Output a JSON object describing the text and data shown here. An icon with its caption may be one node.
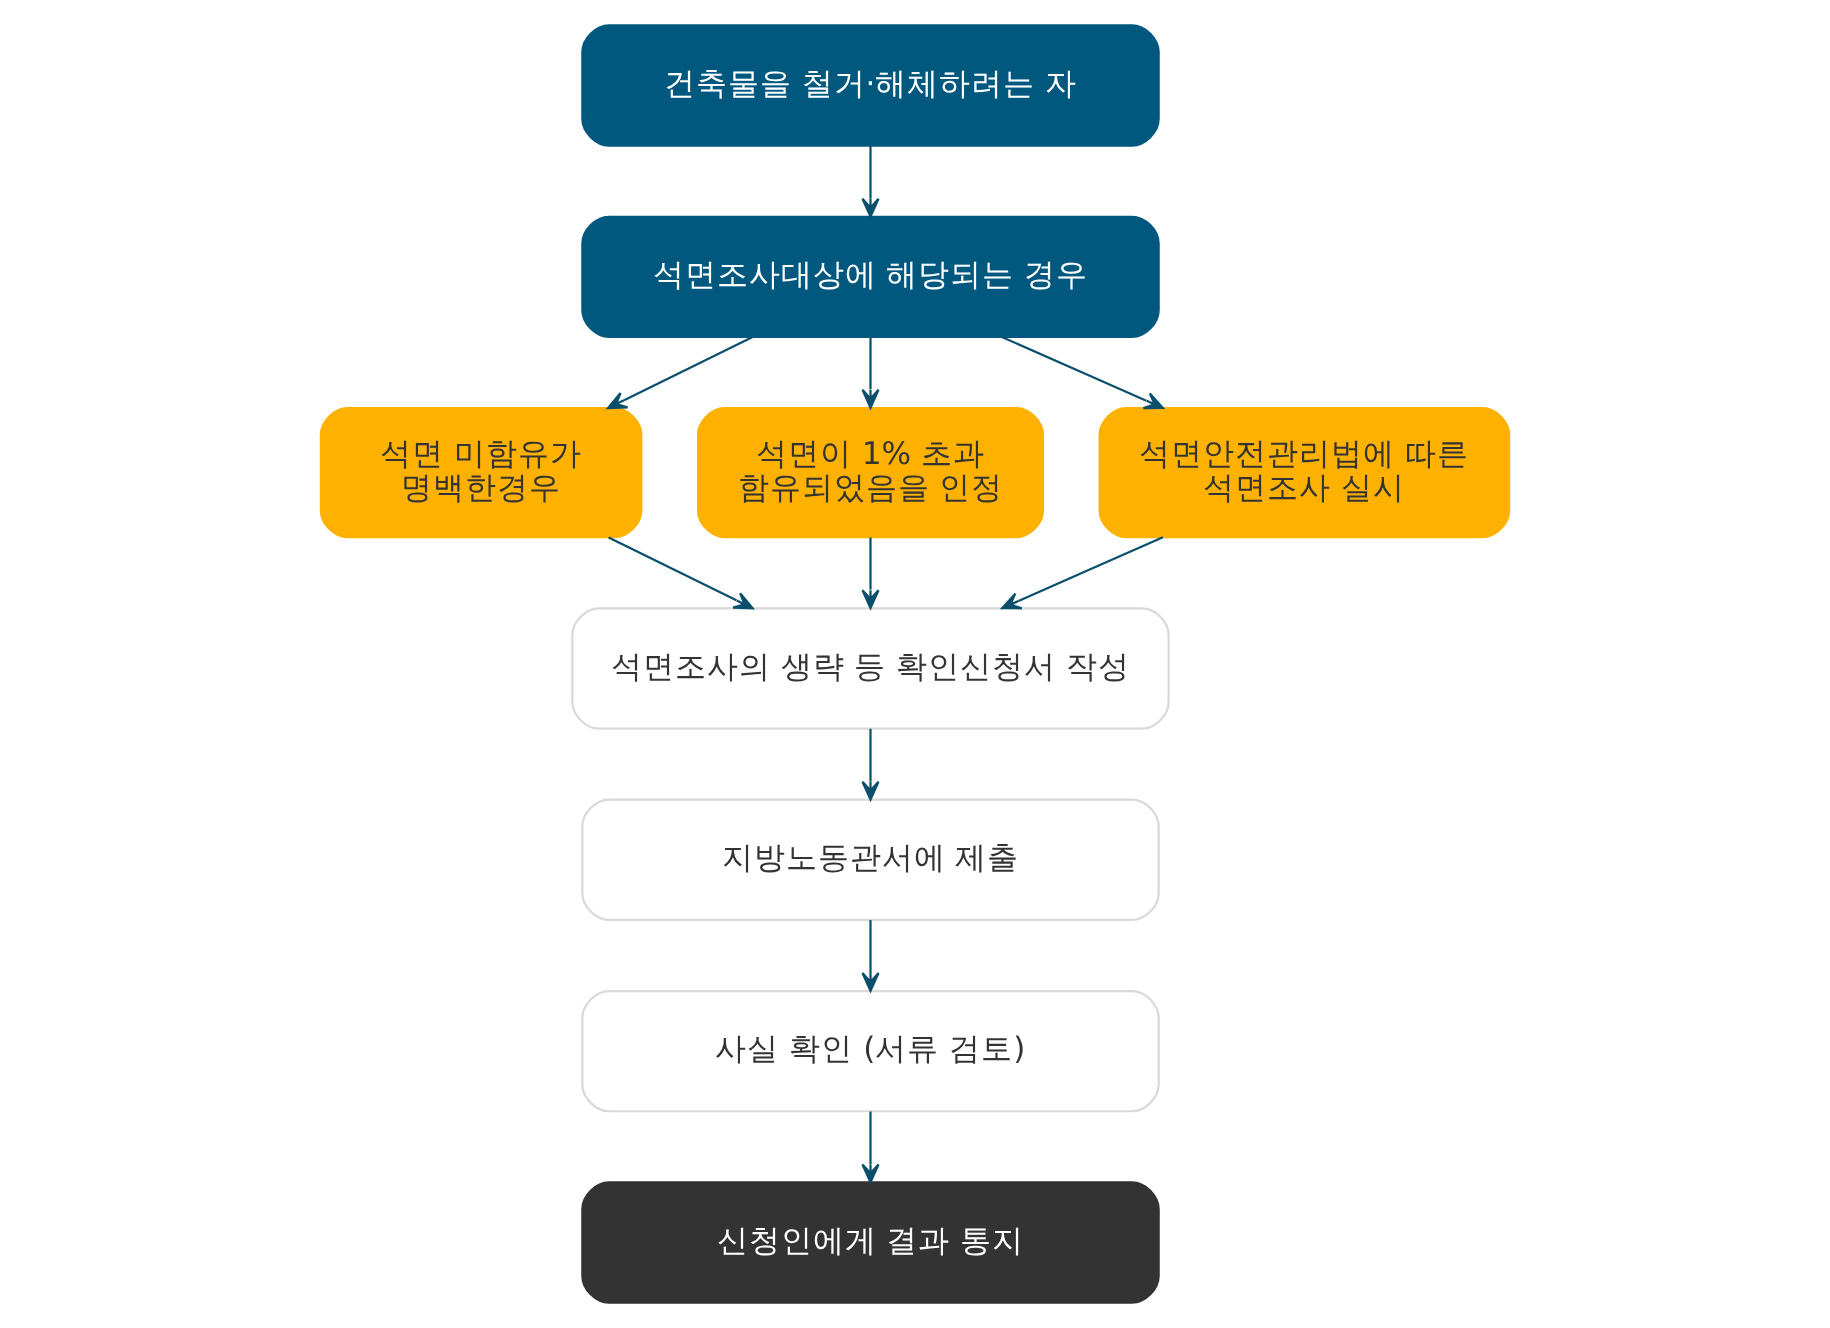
{
  "diagram": {
    "nodes": [
      {
        "text": [
          "건축물을 철거·해체하려는 자"
        ]
      },
      {
        "text": [
          "석면조사대상에 해당되는 경우"
        ]
      },
      {
        "text": [
          "석면 미함유가 명백한경우"
        ]
      },
      {
        "text": [
          "석면이 1% 초과 함유되었음을 인정"
        ]
      },
      {
        "text": [
          "석면안전관리법에 따른 석면조사 실시"
        ]
      },
      {
        "text": [
          "석면조사의 생략 등 확인신청서 작성"
        ]
      },
      {
        "text": [
          "지방노동관서에 제출"
        ]
      },
      {
        "text": [
          "사실 확인 (서류 검토)"
        ]
      },
      {
        "text": [
          "신청인에게 결과 통지"
        ]
      }
    ],
    "edges": [
      {
        "from": 0,
        "to": 1,
        "arrow": "to"
      },
      {
        "from": 1,
        "to": 2,
        "arrow": "to"
      },
      {
        "from": 1,
        "to": 3,
        "arrow": "to"
      },
      {
        "from": 1,
        "to": 4,
        "arrow": "to"
      },
      {
        "from": 2,
        "to": 5,
        "arrow": "to"
      },
      {
        "from": 3,
        "to": 5,
        "arrow": "to"
      },
      {
        "from": 4,
        "to": 5,
        "arrow": "to"
      },
      {
        "from": 5,
        "to": 6,
        "arrow": "to"
      },
      {
        "from": 6,
        "to": 7,
        "arrow": "to"
      },
      {
        "from": 7,
        "to": 8,
        "arrow": "to"
      }
    ]
  }
}
